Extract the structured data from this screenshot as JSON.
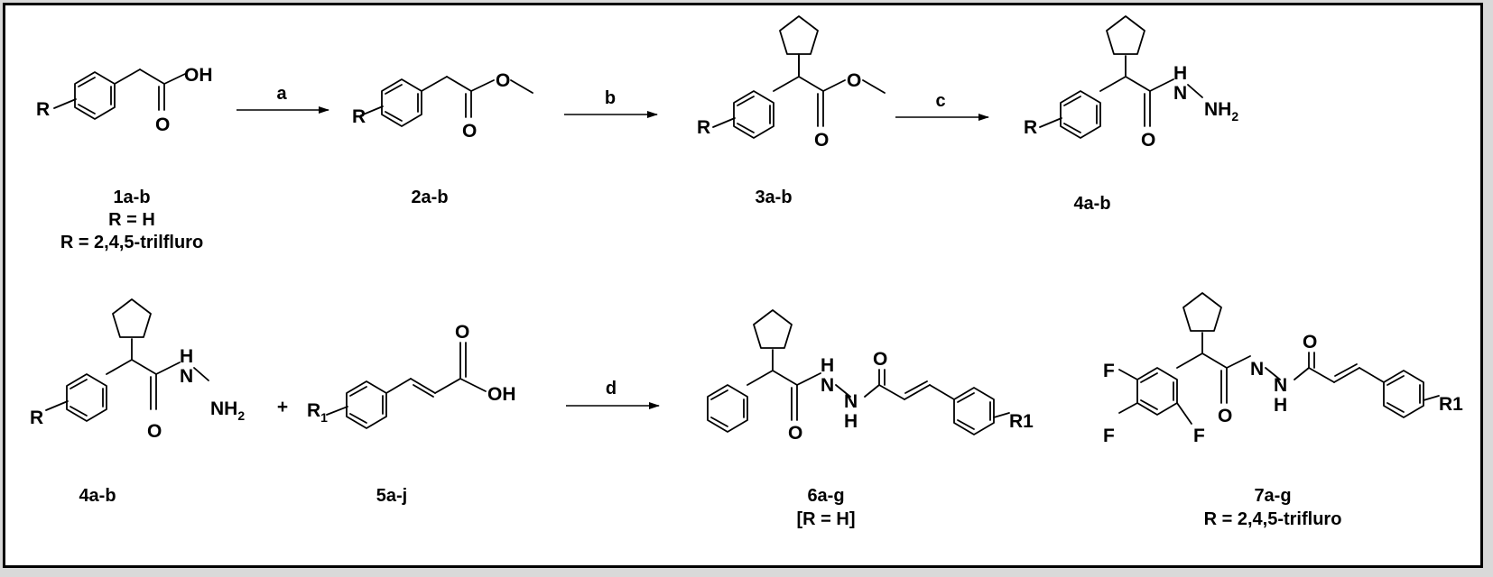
{
  "reagents": [
    "a",
    "b",
    "c",
    "d"
  ],
  "plus_sign": "+",
  "compounds": {
    "c1": {
      "label": "1a-b",
      "sub1": "R = H",
      "sub2": "R = 2,4,5-trilfluro"
    },
    "c2": {
      "label": "2a-b"
    },
    "c3": {
      "label": "3a-b"
    },
    "c4": {
      "label": "4a-b"
    },
    "c4b": {
      "label": "4a-b"
    },
    "c5": {
      "label": "5a-j"
    },
    "c6": {
      "label": "6a-g",
      "sub1": "[R = H]"
    },
    "c7": {
      "label": "7a-g",
      "sub1": "R = 2,4,5-trifluro"
    }
  },
  "atoms": {
    "OH": "OH",
    "O": "O",
    "R": "R",
    "R1": "R1",
    "R1_base": "R",
    "R1_sub": "1",
    "H": "H",
    "N": "N",
    "NH2_base": "NH",
    "NH2_sub": "2",
    "F": "F"
  }
}
